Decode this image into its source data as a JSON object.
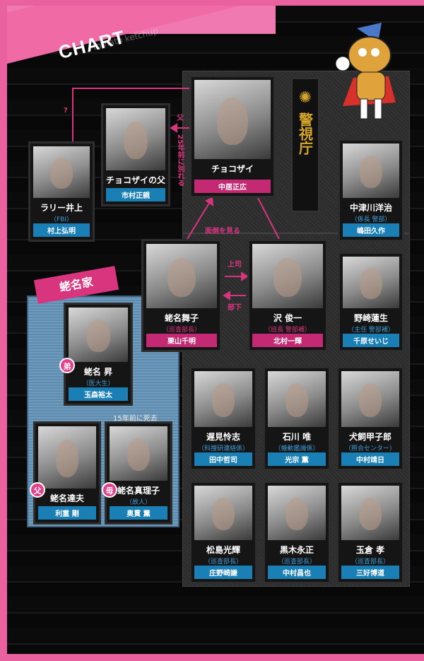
{
  "header": {
    "title": "CHART",
    "watermark": "tomato ketchup"
  },
  "police": {
    "label": "警視庁",
    "crest_icon": "police-crest-icon"
  },
  "family": {
    "label": "蛯名家",
    "note": "15年前に死去"
  },
  "relations": {
    "question": "?",
    "father": "父",
    "separated": "25年前に別れる",
    "looks_after": "面倒を見る",
    "boss": "上司",
    "subordinate": "部下"
  },
  "characters": {
    "larry": {
      "name": "ラリー井上",
      "role": "（FBI）",
      "actor": "村上弘明"
    },
    "father": {
      "name": "チョコザイの父",
      "actor": "市村正親"
    },
    "chokozai": {
      "name": "チョコザイ",
      "actor": "中居正広"
    },
    "nakatsugawa": {
      "name": "中津川洋治",
      "role": "（係長 警部）",
      "actor": "嶋田久作"
    },
    "maiko": {
      "name": "蛯名舞子",
      "role": "（巡査部長）",
      "actor": "栗山千明"
    },
    "sawa": {
      "name": "沢 俊一",
      "role": "（班長 警部補）",
      "actor": "北村一輝"
    },
    "nozaki": {
      "name": "野崎蓮生",
      "role": "（主任 警部補）",
      "actor": "千原せいじ"
    },
    "noboru": {
      "name": "蛯名 昇",
      "role": "（医大生）",
      "actor": "玉森裕太",
      "badge": "弟"
    },
    "tatsuo": {
      "name": "蛯名達夫",
      "actor": "利重 剛",
      "badge": "父"
    },
    "mariko": {
      "name": "蛯名真理子",
      "role": "（故人）",
      "actor": "奥貫 薫",
      "badge": "母"
    },
    "hayami": {
      "name": "遅見怜志",
      "role": "（科捜研連絡係）",
      "actor": "田中哲司"
    },
    "ishikawa": {
      "name": "石川 唯",
      "role": "（機動鑑識係）",
      "actor": "光宗 薫"
    },
    "inukai": {
      "name": "犬飼甲子郎",
      "role": "（照合センター）",
      "actor": "中村靖日"
    },
    "matsushima": {
      "name": "松島光輝",
      "role": "（巡査部長）",
      "actor": "庄野崎謙"
    },
    "kuroki": {
      "name": "黒木永正",
      "role": "（巡査部長）",
      "actor": "中村昌也"
    },
    "tamakura": {
      "name": "玉倉 孝",
      "role": "（巡査部長）",
      "actor": "三好博道"
    }
  },
  "colors": {
    "pink": "#c42a73",
    "blue": "#1a7fb5",
    "frame": "#e9629f"
  }
}
